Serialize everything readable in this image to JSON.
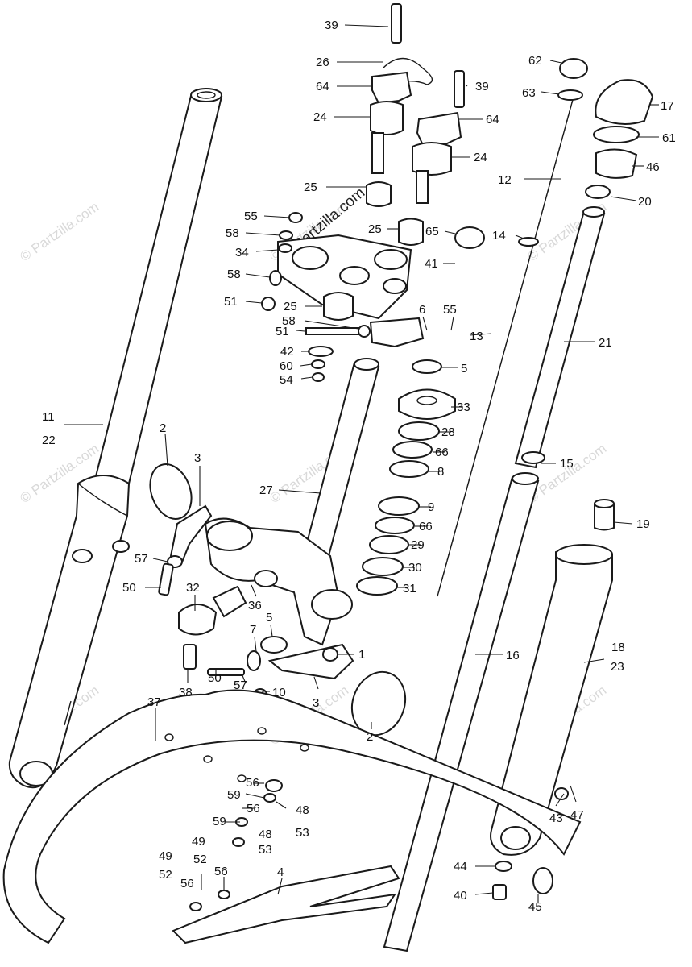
{
  "watermarks": {
    "text": "© Partzilla.com",
    "overlay_text": "©Partzilla.com"
  },
  "labels": {
    "l39a": "39",
    "l26": "26",
    "l64a": "64",
    "l24a": "24",
    "l25a": "25",
    "l39b": "39",
    "l64b": "64",
    "l24b": "24",
    "l62": "62",
    "l63": "63",
    "l17": "17",
    "l61": "61",
    "l46": "46",
    "l12": "12",
    "l20": "20",
    "l14": "14",
    "l55a": "55",
    "l58a": "58",
    "l34": "34",
    "l58b": "58",
    "l51a": "51",
    "l25b": "25",
    "l65": "65",
    "l41": "41",
    "l25c": "25",
    "l6": "6",
    "l55b": "55",
    "l58c": "58",
    "l51b": "51",
    "l13": "13",
    "l21": "21",
    "l42": "42",
    "l5a": "5",
    "l60": "60",
    "l54": "54",
    "l33": "33",
    "l11": "11",
    "l22": "22",
    "l28": "28",
    "l66a": "66",
    "l8": "8",
    "l2a": "2",
    "l3a": "3",
    "l15": "15",
    "l27": "27",
    "l9": "9",
    "l19": "19",
    "l66b": "66",
    "l29": "29",
    "l57a": "57",
    "l30": "30",
    "l50a": "50",
    "l32": "32",
    "l31": "31",
    "l36": "36",
    "l7": "7",
    "l5b": "5",
    "l18": "18",
    "l1": "1",
    "l23": "23",
    "l16": "16",
    "l50b": "50",
    "l38": "38",
    "l57b": "57",
    "l10": "10",
    "l3b": "3",
    "l37": "37",
    "l2b": "2",
    "l56a": "56",
    "l59a": "59",
    "l48a": "48",
    "l56b": "56",
    "l59b": "59",
    "l53a": "53",
    "l48b": "48",
    "l53b": "53",
    "l43": "43",
    "l47": "47",
    "l49a": "49",
    "l49b": "49",
    "l52a": "52",
    "l52b": "52",
    "l56c": "56",
    "l56d": "56",
    "l4": "4",
    "l44": "44",
    "l40": "40",
    "l45": "45"
  }
}
